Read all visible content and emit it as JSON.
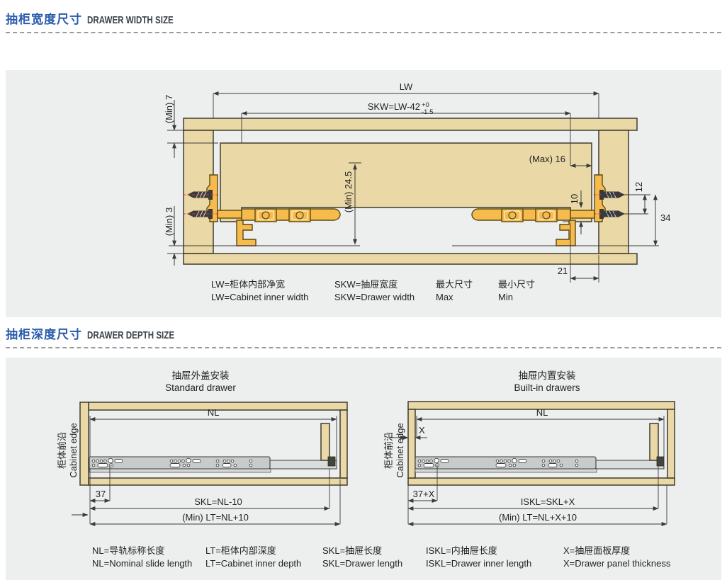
{
  "colors": {
    "accent_blue": "#2A5CAC",
    "panel_bg": "#EDEFEF",
    "wood": "#EAD9A6",
    "slide_orange": "#F6BA4D",
    "rail_gray": "#C9CBCA",
    "dimension": "#3A3A3A",
    "screw_centerline_red": "#D23B3B"
  },
  "headers": {
    "width": {
      "zh": "抽柜宽度尺寸",
      "en": "DRAWER WIDTH SIZE"
    },
    "depth": {
      "zh": "抽柜深度尺寸",
      "en": "DRAWER DEPTH SIZE"
    }
  },
  "width_diagram": {
    "lw": "LW",
    "skw_formula": "SKW=LW-42",
    "skw_tol_top": "+0",
    "skw_tol_bot": "-1.5",
    "min7": "(Min) 7",
    "min3": "(Min) 3",
    "min245": "(Min) 24.5",
    "max16": "(Max) 16",
    "d10": "10",
    "d12": "12",
    "d34": "34",
    "d21": "21"
  },
  "width_legend": [
    {
      "zh": "LW=柜体内部净宽",
      "en": "LW=Cabinet inner width"
    },
    {
      "zh": "SKW=抽屉宽度",
      "en": "SKW=Drawer width"
    },
    {
      "zh": "最大尺寸",
      "en": "Max"
    },
    {
      "zh": "最小尺寸",
      "en": "Min"
    }
  ],
  "depth_left": {
    "title_zh": "抽屉外盖安装",
    "title_en": "Standard drawer",
    "nl": "NL",
    "d37": "37",
    "skl": "SKL=NL-10",
    "lt": "(Min) LT=NL+10",
    "edge_zh": "柜体前沿",
    "edge_en": "Cabinet edge"
  },
  "depth_right": {
    "title_zh": "抽屉内置安装",
    "title_en": "Built-in drawers",
    "nl": "NL",
    "x": "X",
    "d37x": "37+X",
    "iskl": "ISKL=SKL+X",
    "lt": "(Min) LT=NL+X+10",
    "edge_zh": "柜体前沿",
    "edge_en": "Cabinet edge"
  },
  "depth_legend": [
    {
      "zh": "NL=导轨标称长度",
      "en": "NL=Nominal slide length"
    },
    {
      "zh": "LT=柜体内部深度",
      "en": "LT=Cabinet inner depth"
    },
    {
      "zh": "SKL=抽屉长度",
      "en": "SKL=Drawer length"
    },
    {
      "zh": "ISKL=内抽屉长度",
      "en": "ISKL=Drawer inner length"
    },
    {
      "zh": "X=抽屉面板厚度",
      "en": "X=Drawer panel thickness"
    }
  ]
}
